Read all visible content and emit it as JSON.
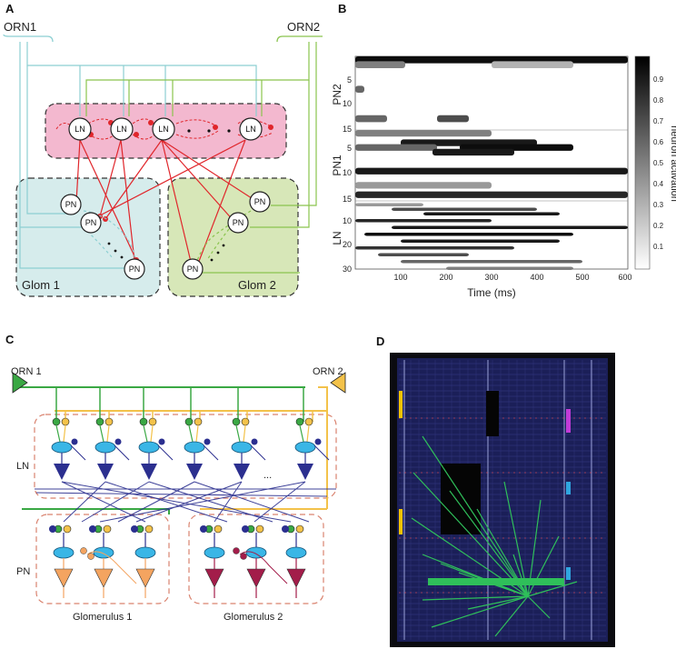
{
  "panels": {
    "a": {
      "letter": "A",
      "orn_left": "ORN1",
      "orn_right": "ORN2",
      "ln_node": "LN",
      "pn_node": "PN",
      "glom1": "Glom 1",
      "glom2": "Glom 2",
      "colors": {
        "orn1_line": "#8ccfd2",
        "orn2_line": "#8ac44e",
        "inhibit": "#e0262b",
        "ln_box": "#f3b8cf",
        "glom1_box": "#d6ecec",
        "glom2_box": "#d7e7b8"
      }
    },
    "b": {
      "letter": "B",
      "group_labels": [
        "PN2",
        "PN1",
        "LN"
      ],
      "y_ticks": [
        "5",
        "10",
        "15",
        "5",
        "10",
        "15",
        "10",
        "20",
        "30"
      ],
      "x_ticks": [
        "100",
        "200",
        "300",
        "400",
        "500",
        "600"
      ],
      "xlabel": "Time (ms)",
      "colorbar_label": "neuron activation",
      "colorbar_ticks": [
        "0.9",
        "0.8",
        "0.7",
        "0.6",
        "0.5",
        "0.4",
        "0.3",
        "0.2",
        "0.1"
      ]
    },
    "c": {
      "letter": "C",
      "orn_left": "ORN 1",
      "orn_right": "ORN 2",
      "ln_label": "LN",
      "pn_label": "PN",
      "glom1": "Glomerulus 1",
      "glom2": "Glomerulus 2",
      "ellipsis": "...",
      "colors": {
        "orn1": "#3aa844",
        "orn2": "#f3c24a",
        "ln_cell": "#2b2f8f",
        "soma": "#3ab6e6",
        "pn1": "#f4a460",
        "pn2": "#a31d4a",
        "box": "#d9826e"
      }
    },
    "d": {
      "letter": "D"
    }
  },
  "chart_data": {
    "type": "heatmap",
    "title": "",
    "xlabel": "Time (ms)",
    "ylabel": "",
    "x_range": [
      0,
      600
    ],
    "groups": [
      {
        "name": "PN2",
        "neurons": 15
      },
      {
        "name": "PN1",
        "neurons": 15
      },
      {
        "name": "LN",
        "neurons": 30
      }
    ],
    "color_scale": {
      "min": 0,
      "max": 1,
      "low": "white",
      "high": "black"
    },
    "activation_bands": [
      {
        "group": "PN2",
        "neuron": 1,
        "start": 0,
        "end": 600,
        "value": 0.95
      },
      {
        "group": "PN2",
        "neuron": 2,
        "start": 0,
        "end": 110,
        "value": 0.5
      },
      {
        "group": "PN2",
        "neuron": 2,
        "start": 300,
        "end": 480,
        "value": 0.3
      },
      {
        "group": "PN2",
        "neuron": 7,
        "start": 0,
        "end": 20,
        "value": 0.6
      },
      {
        "group": "PN2",
        "neuron": 13,
        "start": 0,
        "end": 70,
        "value": 0.6
      },
      {
        "group": "PN2",
        "neuron": 13,
        "start": 180,
        "end": 250,
        "value": 0.7
      },
      {
        "group": "PN1",
        "neuron": 1,
        "start": 0,
        "end": 300,
        "value": 0.5
      },
      {
        "group": "PN1",
        "neuron": 3,
        "start": 100,
        "end": 400,
        "value": 0.9
      },
      {
        "group": "PN1",
        "neuron": 4,
        "start": 0,
        "end": 180,
        "value": 0.6
      },
      {
        "group": "PN1",
        "neuron": 4,
        "start": 230,
        "end": 480,
        "value": 0.95
      },
      {
        "group": "PN1",
        "neuron": 5,
        "start": 170,
        "end": 350,
        "value": 0.9
      },
      {
        "group": "PN1",
        "neuron": 9,
        "start": 0,
        "end": 600,
        "value": 0.9
      },
      {
        "group": "PN1",
        "neuron": 12,
        "start": 0,
        "end": 300,
        "value": 0.4
      },
      {
        "group": "PN1",
        "neuron": 14,
        "start": 0,
        "end": 600,
        "value": 0.85
      },
      {
        "group": "LN",
        "neuron": 2,
        "start": 0,
        "end": 150,
        "value": 0.4
      },
      {
        "group": "LN",
        "neuron": 4,
        "start": 80,
        "end": 400,
        "value": 0.7
      },
      {
        "group": "LN",
        "neuron": 6,
        "start": 150,
        "end": 450,
        "value": 0.9
      },
      {
        "group": "LN",
        "neuron": 9,
        "start": 0,
        "end": 300,
        "value": 0.85
      },
      {
        "group": "LN",
        "neuron": 12,
        "start": 80,
        "end": 600,
        "value": 0.9
      },
      {
        "group": "LN",
        "neuron": 15,
        "start": 20,
        "end": 480,
        "value": 0.95
      },
      {
        "group": "LN",
        "neuron": 18,
        "start": 100,
        "end": 450,
        "value": 0.9
      },
      {
        "group": "LN",
        "neuron": 21,
        "start": 0,
        "end": 350,
        "value": 0.8
      },
      {
        "group": "LN",
        "neuron": 24,
        "start": 50,
        "end": 250,
        "value": 0.7
      },
      {
        "group": "LN",
        "neuron": 27,
        "start": 100,
        "end": 500,
        "value": 0.6
      },
      {
        "group": "LN",
        "neuron": 30,
        "start": 200,
        "end": 480,
        "value": 0.5
      }
    ]
  }
}
